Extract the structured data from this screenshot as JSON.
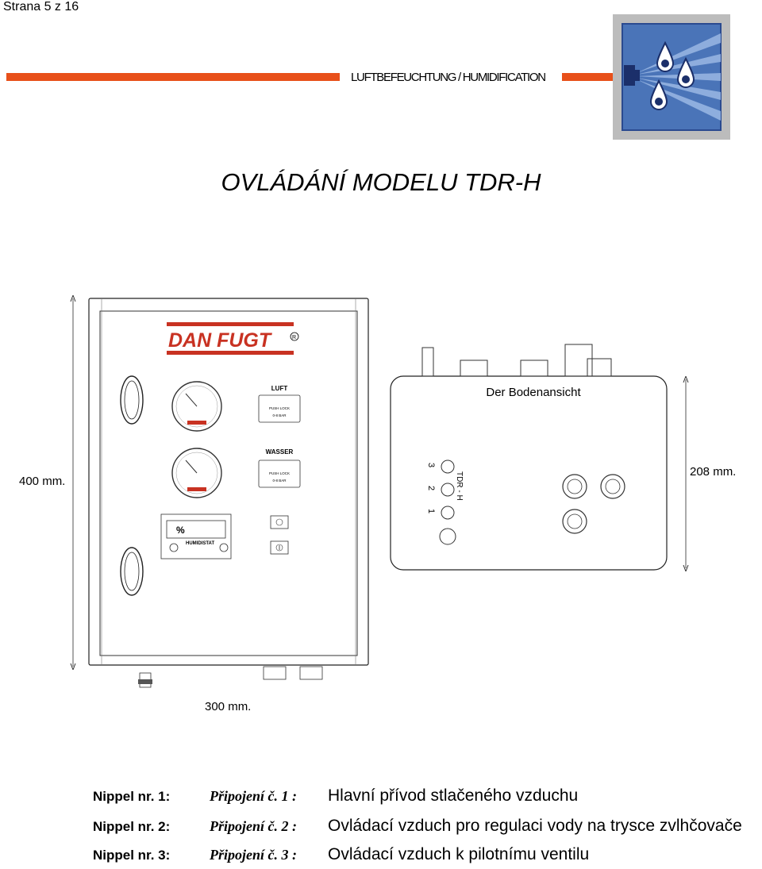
{
  "header": {
    "page_number": "Strana 5 z 16",
    "section": "LUFTBEFEUCHTUNG / HUMIDIFICATION",
    "accent_color": "#e8501a"
  },
  "logo": {
    "icon": "water-droplets-spray-icon",
    "color": "#4a74b8"
  },
  "title": "OVLÁDÁNÍ MODELU TDR-H",
  "cabinet": {
    "brand": "DAN FUGT",
    "registered": "R",
    "air_label": "LUFT",
    "water_label": "WASSER",
    "button_text_1": "PUSH",
    "button_text_2": "LOCK",
    "pressure_range": "0-8 BAR",
    "percent_symbol": "%",
    "humidistat_label": "HUMIDISTAT"
  },
  "bottom_view": {
    "title": "Der Bodenansicht",
    "model_label": "TDR - H",
    "port_numbers": [
      "3",
      "2",
      "1"
    ]
  },
  "dimensions": {
    "height": "400 mm.",
    "width": "300 mm.",
    "depth": "208 mm."
  },
  "nipples": [
    {
      "label": "Nippel nr. 1:",
      "connection": "Připojení č. 1 :",
      "description": "Hlavní přívod stlačeného vzduchu"
    },
    {
      "label": "Nippel nr. 2:",
      "connection": "Připojení č. 2 :",
      "description": "Ovládací vzduch pro regulaci vody na trysce zvlhčovače"
    },
    {
      "label": "Nippel nr. 3:",
      "connection": "Připojení č. 3 :",
      "description": "Ovládací vzduch k pilotnímu ventilu"
    }
  ]
}
